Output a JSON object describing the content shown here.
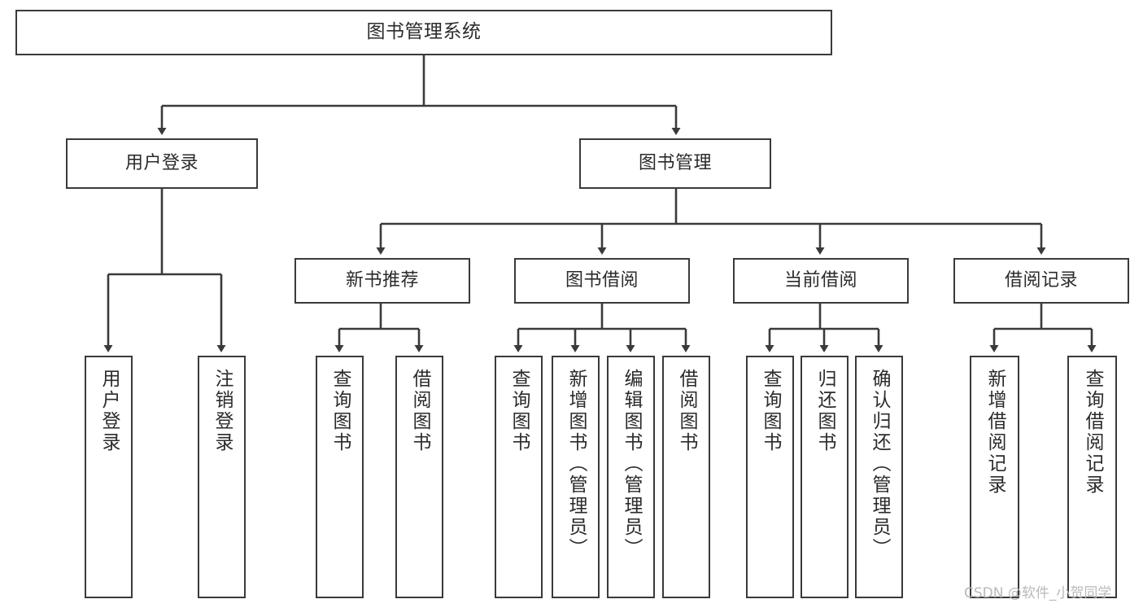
{
  "diagram": {
    "type": "tree",
    "title": "图书管理系统",
    "orientation": "top-down",
    "watermark": "CSDN @软件_小贺同学",
    "style": {
      "box_border_color": "#3a3a3a",
      "box_fill_color": "#ffffff",
      "edge_color": "#3a3a3a",
      "text_color": "#2b2b2b",
      "background_color": "#ffffff"
    },
    "nodes": {
      "root": {
        "label": "图书管理系统"
      },
      "level2": [
        {
          "label": "用户登录"
        },
        {
          "label": "图书管理"
        }
      ],
      "level3": [
        {
          "label": "新书推荐"
        },
        {
          "label": "图书借阅"
        },
        {
          "label": "当前借阅"
        },
        {
          "label": "借阅记录"
        }
      ],
      "leaves_user_login": [
        {
          "label": "用户登录"
        },
        {
          "label": "注销登录"
        }
      ],
      "leaves_new_book": [
        {
          "label": "查询图书"
        },
        {
          "label": "借阅图书"
        }
      ],
      "leaves_borrow": [
        {
          "label": "查询图书"
        },
        {
          "label": "新增图书（管理员）"
        },
        {
          "label": "编辑图书（管理员）"
        },
        {
          "label": "借阅图书"
        }
      ],
      "leaves_current": [
        {
          "label": "查询图书"
        },
        {
          "label": "归还图书"
        },
        {
          "label": "确认归还（管理员）"
        }
      ],
      "leaves_records": [
        {
          "label": "新增借阅记录"
        },
        {
          "label": "查询借阅记录"
        }
      ]
    }
  }
}
